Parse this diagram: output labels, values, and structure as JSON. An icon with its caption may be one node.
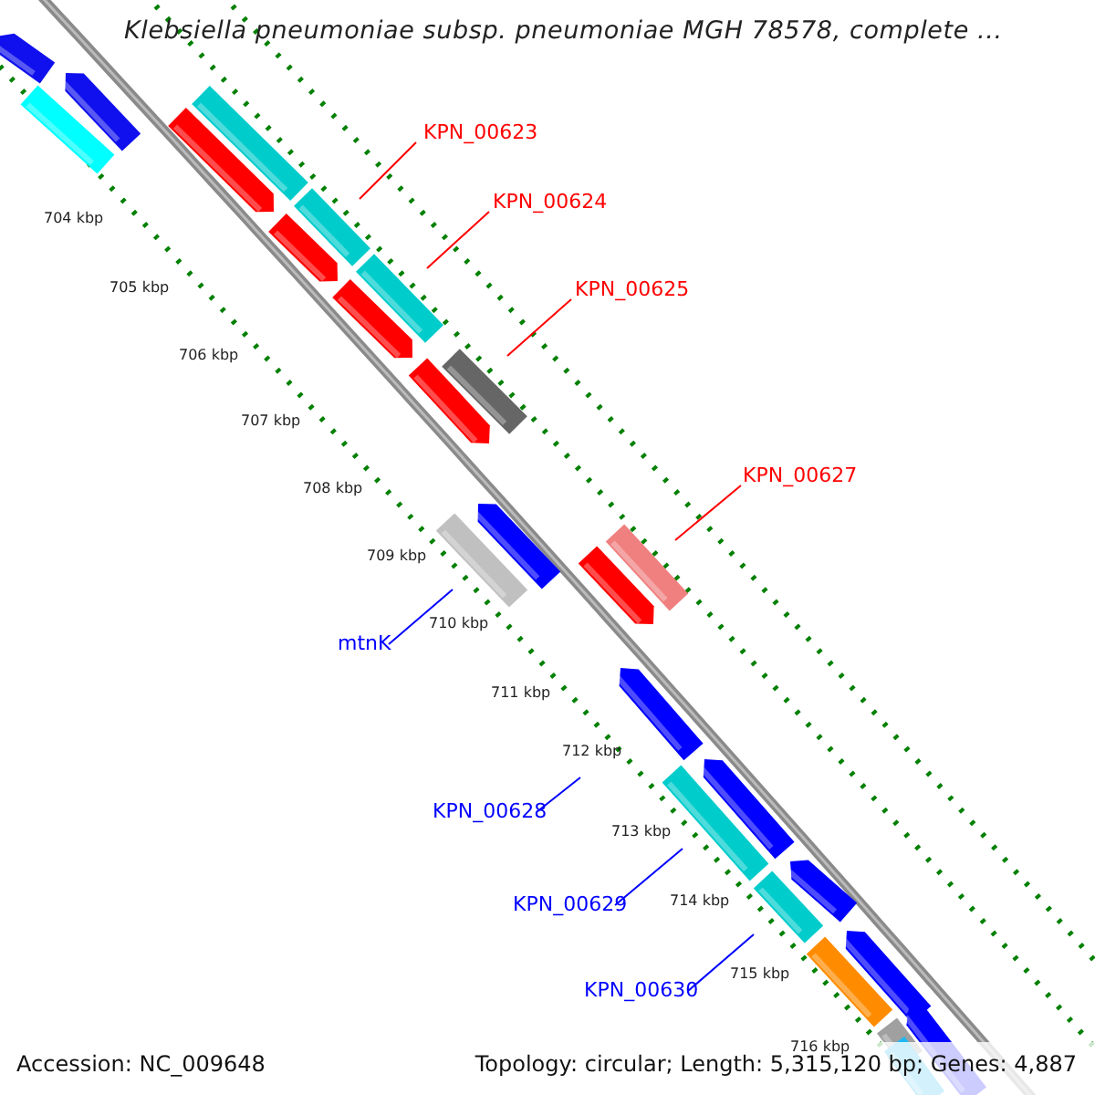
{
  "diagram": {
    "title": "Klebsiella pneumoniae subsp. pneumoniae MGH 78578, complete ...",
    "nodes": [
      {
        "text": [
          "KPN_00623"
        ]
      },
      {
        "text": [
          "KPN_00624"
        ]
      },
      {
        "text": [
          "KPN_00625"
        ]
      },
      {
        "text": [
          "KPN_00627"
        ]
      },
      {
        "text": [
          "mtnK"
        ]
      },
      {
        "text": [
          "KPN_00628"
        ]
      },
      {
        "text": [
          "KPN_00629"
        ]
      },
      {
        "text": [
          "KPN_00630"
        ]
      }
    ],
    "edges": [
      {
        "from": 0,
        "to": null,
        "arrow": "none",
        "color": "#ff0000"
      },
      {
        "from": 1,
        "to": null,
        "arrow": "none",
        "color": "#ff0000"
      },
      {
        "from": 2,
        "to": null,
        "arrow": "none",
        "color": "#ff0000"
      },
      {
        "from": 3,
        "to": null,
        "arrow": "none",
        "color": "#ff0000"
      },
      {
        "from": 4,
        "to": null,
        "arrow": "none",
        "color": "#0000ff"
      },
      {
        "from": 5,
        "to": null,
        "arrow": "none",
        "color": "#0000ff"
      },
      {
        "from": 6,
        "to": null,
        "arrow": "none",
        "color": "#0000ff"
      },
      {
        "from": 7,
        "to": null,
        "arrow": "none",
        "color": "#0000ff"
      }
    ],
    "labels": [
      "704 kbp",
      "705 kbp",
      "706 kbp",
      "707 kbp",
      "708 kbp",
      "709 kbp",
      "710 kbp",
      "711 kbp",
      "712 kbp",
      "713 kbp",
      "714 kbp",
      "715 kbp",
      "716 kbp",
      "Accession: NC_009648",
      "Topology: circular; Length: 5,315,120 bp; Genes: 4,887"
    ]
  }
}
